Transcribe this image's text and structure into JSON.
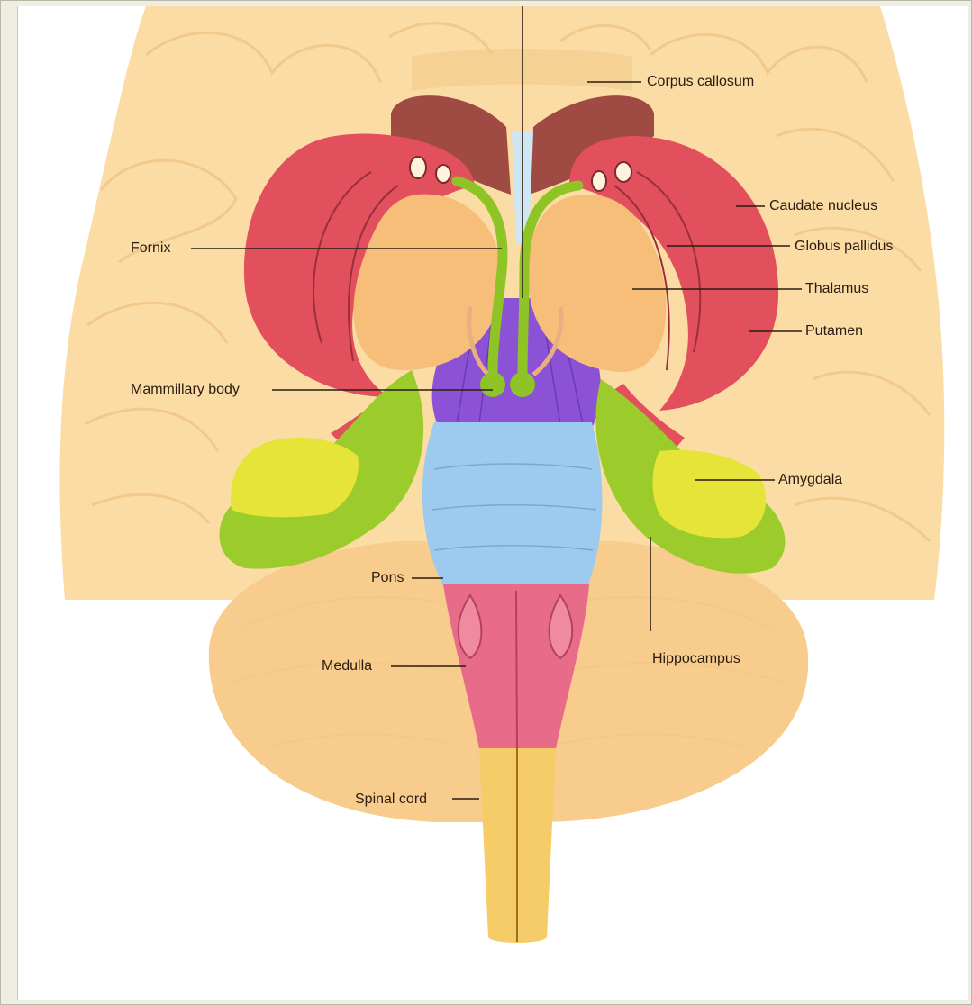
{
  "labels": {
    "corpus_callosum": "Corpus callosum",
    "caudate_nucleus": "Caudate nucleus",
    "fornix": "Fornix",
    "globus_pallidus": "Globus pallidus",
    "thalamus": "Thalamus",
    "putamen": "Putamen",
    "mammillary_body": "Mammillary body",
    "amygdala": "Amygdala",
    "pons": "Pons",
    "medulla": "Medulla",
    "hippocampus": "Hippocampus",
    "spinal_cord": "Spinal cord"
  },
  "colors": {
    "cortex": "#fbdca4",
    "cortex_shade": "#f2c98a",
    "cerebellum": "#f7cc8c",
    "caudate": "#e2505e",
    "corpus_callosum_dark": "#a04a44",
    "thalamus": "#f6be78",
    "fornix": "#8ec425",
    "brainstem_purple": "#8c52d6",
    "pons_blue": "#9ccbef",
    "medulla_pink": "#e86c8a",
    "spinal_yellow": "#f5cc68",
    "amygdala_yellow": "#e6e438",
    "hippocampus_green": "#9ccc2c",
    "ventricle_blue": "#cfe6f5"
  }
}
